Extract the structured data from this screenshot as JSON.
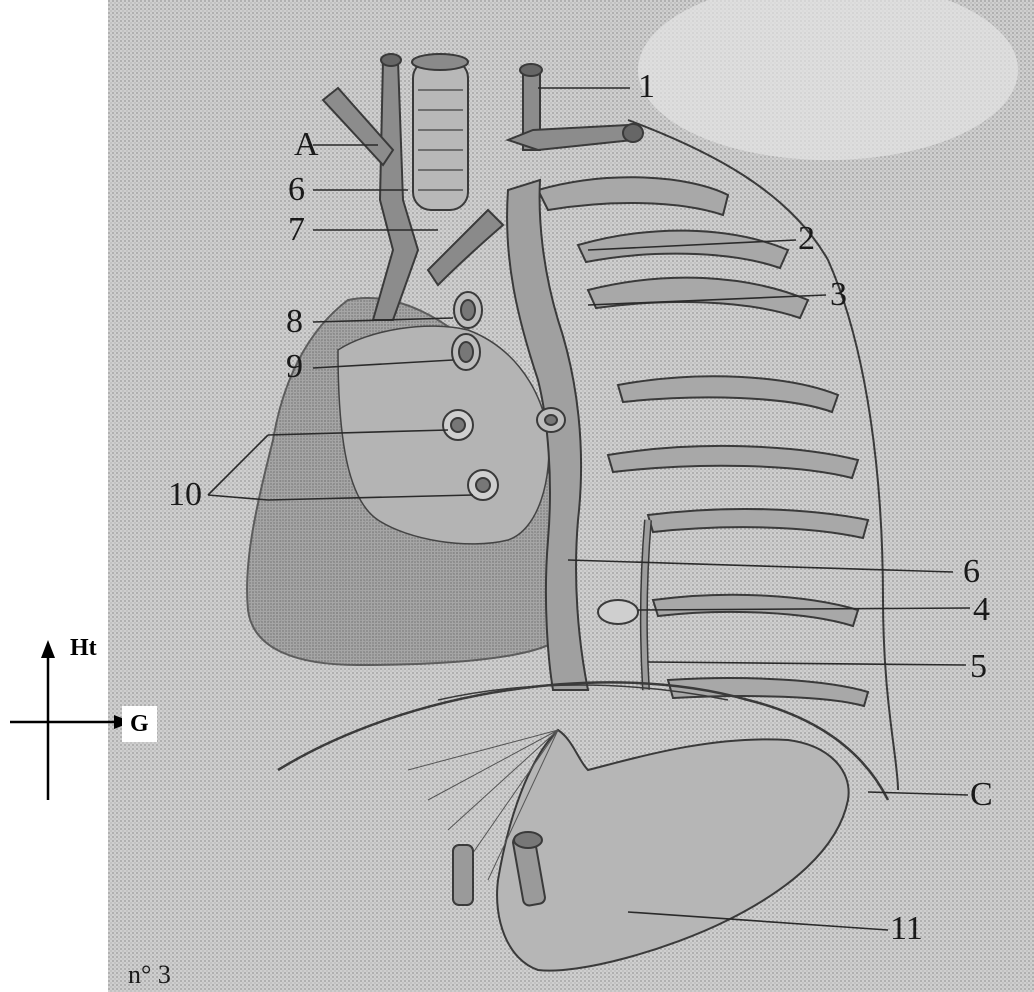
{
  "figure": {
    "labels": {
      "l1": "1",
      "lA": "A",
      "l6a": "6",
      "l7": "7",
      "l2": "2",
      "l3": "3",
      "l8": "8",
      "l9": "9",
      "l10": "10",
      "l6b": "6",
      "l4": "4",
      "l5": "5",
      "lC": "C",
      "l11": "11",
      "corner": "n° 3"
    },
    "orientation": {
      "up": "Ht",
      "right": "G"
    },
    "colors": {
      "paper": "#c9c9c9",
      "ink": "#3a3a3a",
      "organ": "#8f8f8f",
      "organ_dark": "#6e6e6e"
    }
  }
}
